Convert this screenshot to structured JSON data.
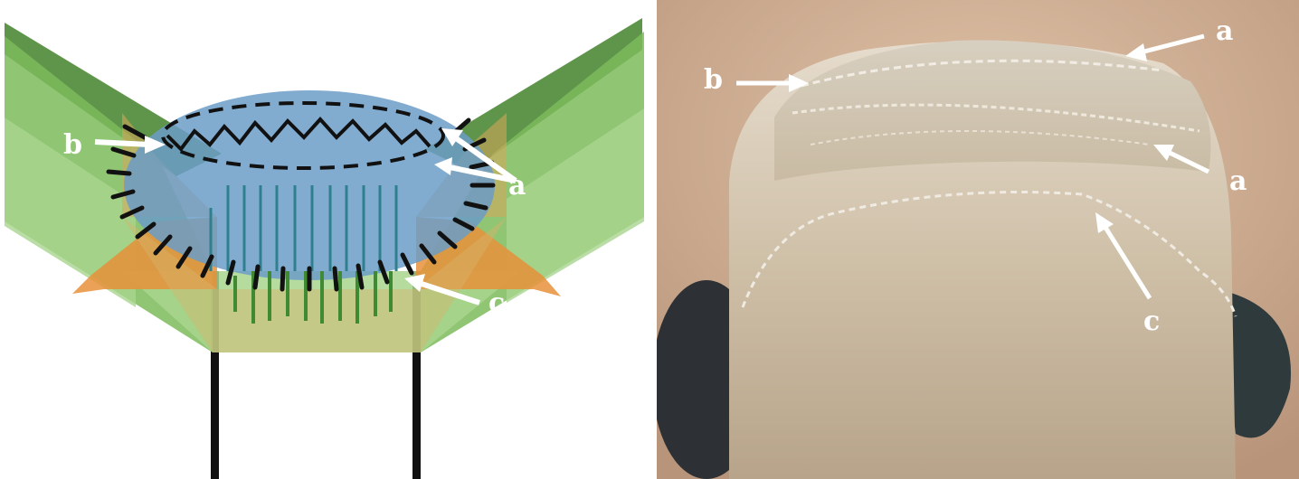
{
  "diagram": {
    "labels": {
      "a": "a",
      "b": "b",
      "c": "c"
    }
  },
  "photo": {
    "labels": {
      "a_top": "a",
      "a_right": "a",
      "b": "b",
      "c": "c"
    }
  },
  "colors": {
    "background": "#ffffff",
    "green_band": "#8cc66a",
    "green_dark": "#5f9a45",
    "blue_disc": "#6b9cc7",
    "orange_flap": "#e8913a",
    "stitch": "#111111",
    "teal_lines": "#2f7f8f",
    "label_text": "#ffffff"
  }
}
